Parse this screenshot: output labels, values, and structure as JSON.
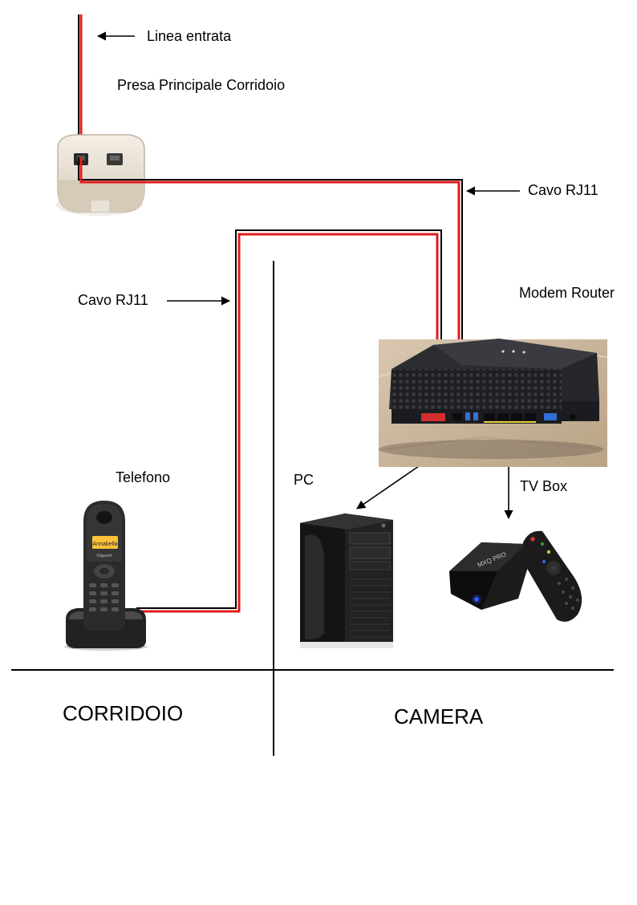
{
  "labels": {
    "linea_entrata": "Linea entrata",
    "presa_principale": "Presa Principale Corridoio",
    "cavo_rj11_right": "Cavo RJ11",
    "cavo_rj11_left": "Cavo RJ11",
    "modem_router": "Modem Router",
    "telefono": "Telefono",
    "pc": "PC",
    "tv_box": "TV Box",
    "corridoio": "CORRIDOIO",
    "camera": "CAMERA"
  },
  "device_text": {
    "phone_screen": "Annabella",
    "phone_brand": "Gigaset",
    "tvbox_brand": "MXQ PRO"
  },
  "colors": {
    "cable_red": "#e01b1b",
    "cable_black": "#000000",
    "wall": "#000000",
    "socket_body": "#ece4d8",
    "router_body": "#1e1f22",
    "router_bg": "#cbb79f"
  }
}
